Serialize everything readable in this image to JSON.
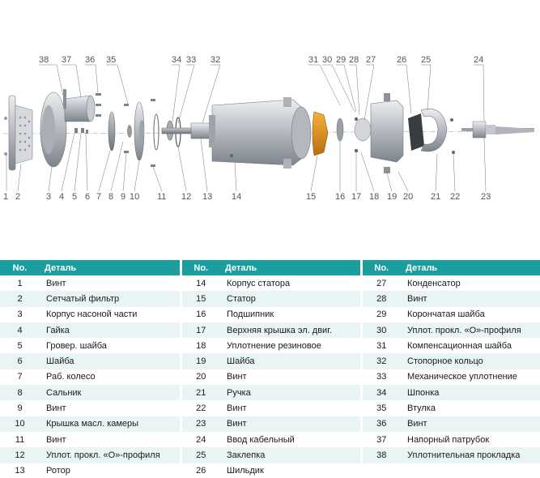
{
  "diagram": {
    "callouts_top": [
      "38",
      "37",
      "36",
      "35",
      "34",
      "33",
      "32",
      "31",
      "30",
      "29",
      "28",
      "27",
      "26",
      "25",
      "24"
    ],
    "callouts_bottom": [
      "1",
      "2",
      "3",
      "4",
      "5",
      "6",
      "7",
      "8",
      "9",
      "10",
      "11",
      "12",
      "13",
      "14",
      "15",
      "16",
      "17",
      "18",
      "19",
      "20",
      "21",
      "22",
      "23"
    ]
  },
  "table": {
    "headers": {
      "no": "No.",
      "name": "Деталь"
    },
    "rows": [
      [
        {
          "no": "1",
          "name": "Винт"
        },
        {
          "no": "14",
          "name": "Корпус статора"
        },
        {
          "no": "27",
          "name": "Конденсатор"
        }
      ],
      [
        {
          "no": "2",
          "name": "Сетчатый фильтр"
        },
        {
          "no": "15",
          "name": "Статор"
        },
        {
          "no": "28",
          "name": "Винт"
        }
      ],
      [
        {
          "no": "3",
          "name": "Корпус насоной части"
        },
        {
          "no": "16",
          "name": "Подшипник"
        },
        {
          "no": "29",
          "name": "Корончатая шайба"
        }
      ],
      [
        {
          "no": "4",
          "name": "Гайка"
        },
        {
          "no": "17",
          "name": "Верхняя крышка эл. двиг."
        },
        {
          "no": "30",
          "name": "Уплот. прокл. «О»-профиля"
        }
      ],
      [
        {
          "no": "5",
          "name": "Гровер. шайба"
        },
        {
          "no": "18",
          "name": "Уплотнение резиновое"
        },
        {
          "no": "31",
          "name": "Компенсационная шайба"
        }
      ],
      [
        {
          "no": "6",
          "name": "Шайба"
        },
        {
          "no": "19",
          "name": "Шайба"
        },
        {
          "no": "32",
          "name": "Стопорное кольцо"
        }
      ],
      [
        {
          "no": "7",
          "name": "Раб. колесо"
        },
        {
          "no": "20",
          "name": "Винт"
        },
        {
          "no": "33",
          "name": "Механическое уплотнение"
        }
      ],
      [
        {
          "no": "8",
          "name": "Сальник"
        },
        {
          "no": "21",
          "name": "Ручка"
        },
        {
          "no": "34",
          "name": "Шпонка"
        }
      ],
      [
        {
          "no": "9",
          "name": "Винт"
        },
        {
          "no": "22",
          "name": "Винт"
        },
        {
          "no": "35",
          "name": "Втулка"
        }
      ],
      [
        {
          "no": "10",
          "name": "Крышка масл. камеры"
        },
        {
          "no": "23",
          "name": "Винт"
        },
        {
          "no": "36",
          "name": "Винт"
        }
      ],
      [
        {
          "no": "11",
          "name": "Винт"
        },
        {
          "no": "24",
          "name": "Ввод кабельный"
        },
        {
          "no": "37",
          "name": "Напорный патрубок"
        }
      ],
      [
        {
          "no": "12",
          "name": "Уплот. прокл. «О»-профиля"
        },
        {
          "no": "25",
          "name": "Заклепка"
        },
        {
          "no": "38",
          "name": "Уплотнительная прокладка"
        }
      ],
      [
        {
          "no": "13",
          "name": "Ротор"
        },
        {
          "no": "26",
          "name": "Шильдик"
        },
        {
          "no": "",
          "name": ""
        }
      ]
    ]
  }
}
